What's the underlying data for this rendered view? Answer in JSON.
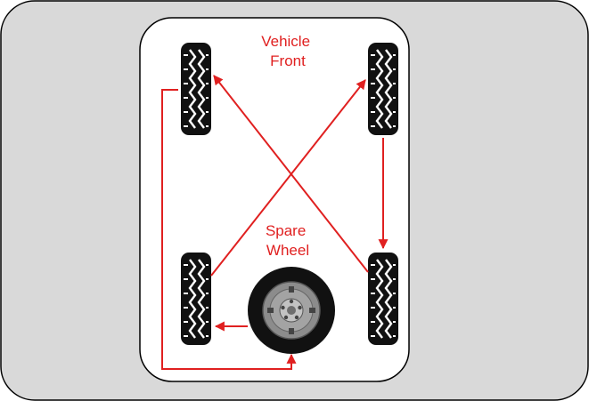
{
  "labels": {
    "vehicle_front": [
      "Vehicle",
      "Front"
    ],
    "spare_wheel": [
      "Spare",
      "Wheel"
    ]
  },
  "colors": {
    "background_panel": "#d9d9d9",
    "vehicle_body": "#ffffff",
    "outline": "#000000",
    "arrow": "#e02020",
    "label": "#e02020",
    "tire": "#111111"
  },
  "tires": [
    "front-left",
    "front-right",
    "rear-left",
    "rear-right"
  ],
  "spare": "spare-wheel",
  "rotation_pattern": [
    {
      "from": "rear-left",
      "to": "front-right"
    },
    {
      "from": "rear-right",
      "to": "front-left"
    },
    {
      "from": "front-right",
      "to": "rear-right"
    },
    {
      "from": "spare-wheel",
      "to": "rear-left"
    },
    {
      "from": "front-left",
      "to": "spare-wheel"
    }
  ]
}
